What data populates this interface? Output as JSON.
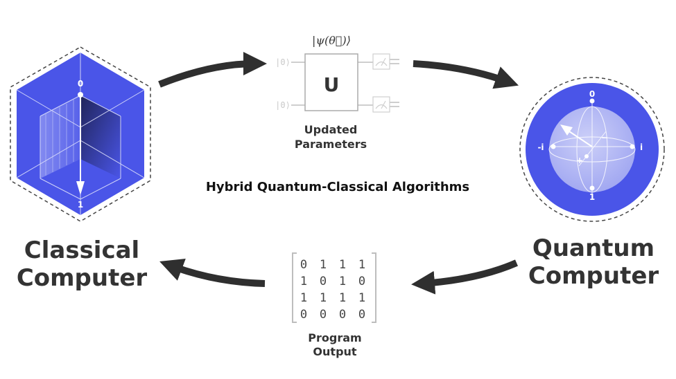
{
  "title": "Hybrid Quantum-Classical Algorithms",
  "colors": {
    "primary_blue": "#4a55e8",
    "arrow": "#2f2f2f",
    "label_gray": "#333333"
  },
  "classical": {
    "label_line1": "Classical",
    "label_line2": "Computer",
    "state_top": "0",
    "state_bottom": "1"
  },
  "quantum": {
    "label_line1": "Quantum",
    "label_line2": "Computer",
    "pole_top": "0",
    "pole_bottom": "1",
    "axis_left": "-i",
    "axis_right": "i",
    "axis_plus": "+",
    "axis_minus": "−"
  },
  "parameters": {
    "state_label": "|ψ(θ⃗)⟩",
    "ket_zero_top": "|0⟩",
    "ket_zero_bottom": "|0⟩",
    "gate": "U",
    "label_line1": "Updated",
    "label_line2": "Parameters"
  },
  "output": {
    "label_line1": "Program",
    "label_line2": "Output",
    "matrix": [
      [
        "0",
        "1",
        "1",
        "1"
      ],
      [
        "1",
        "0",
        "1",
        "0"
      ],
      [
        "1",
        "1",
        "1",
        "1"
      ],
      [
        "0",
        "0",
        "0",
        "0"
      ]
    ]
  }
}
